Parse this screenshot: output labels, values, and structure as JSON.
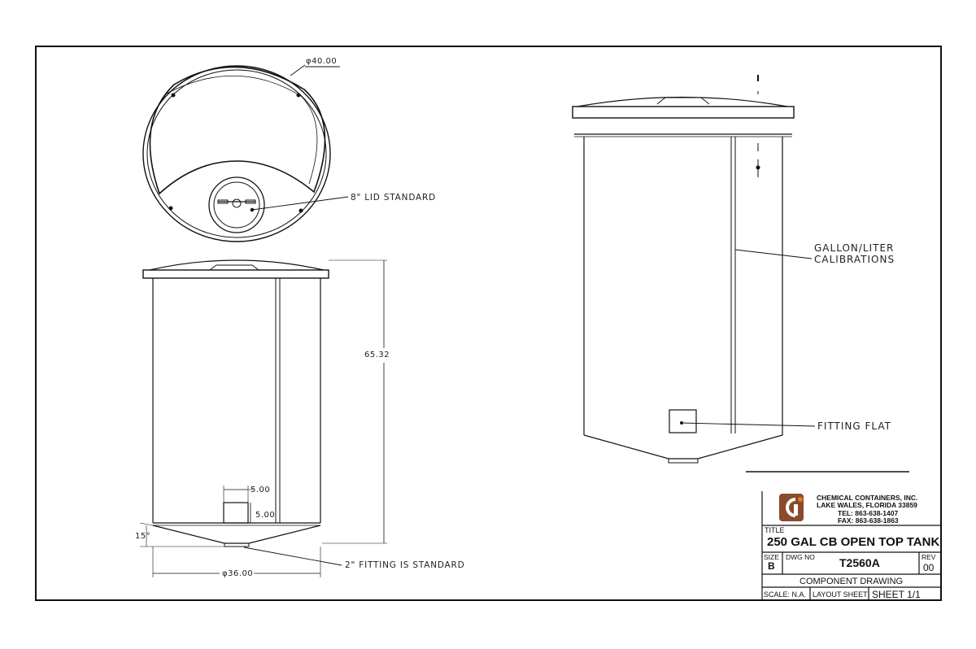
{
  "top_view": {
    "diameter_label": "φ40.00",
    "lid_label": "8\" LID STANDARD"
  },
  "front_view": {
    "height_label": "65.32",
    "fitting_width_label": "5.00",
    "fitting_height_label": "5.00",
    "angle_label": "15°",
    "base_diameter_label": "φ36.00",
    "fitting_label": "2\" FITTING IS STANDARD"
  },
  "side_view": {
    "calibration_label_line1": "GALLON/LITER",
    "calibration_label_line2": "CALIBRATIONS",
    "fitting_flat_label": "FITTING FLAT"
  },
  "title_block": {
    "company_name": "CHEMICAL CONTAINERS, INC.",
    "company_city": "LAKE WALES, FLORIDA  33859",
    "company_tel": "TEL: 863-638-1407",
    "company_fax": "FAX: 863-638-1863",
    "title_label": "TITLE",
    "title": "250 GAL CB OPEN TOP TANK",
    "size_label": "SIZE",
    "size": "B",
    "dwg_no_label": "DWG NO",
    "dwg_no": "T2560A",
    "rev_label": "REV",
    "rev": "00",
    "component": "COMPONENT DRAWING",
    "scale": "SCALE: N.A.",
    "layout": "LAYOUT SHEET",
    "sheet": "SHEET 1/1",
    "logo_color": "#8a4a2c",
    "sheet_color": "#1f7a78"
  }
}
